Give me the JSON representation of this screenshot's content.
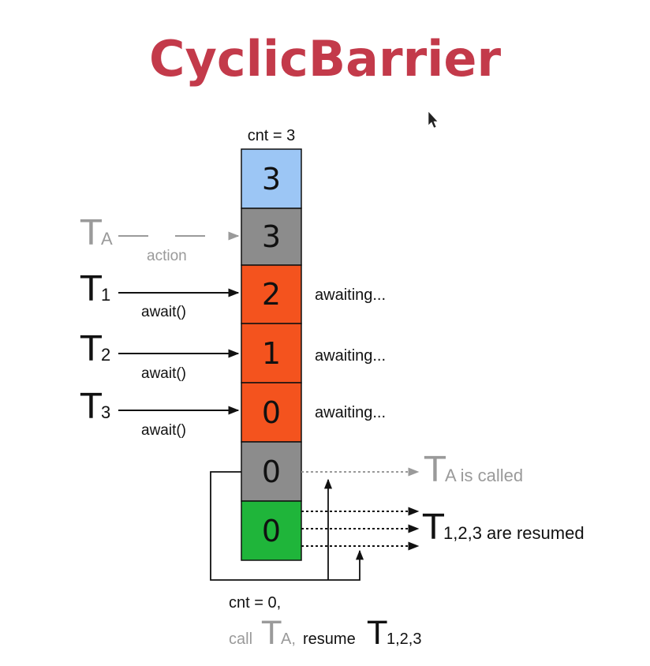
{
  "title": "CyclicBarrier",
  "colors": {
    "title": "#c33a4a",
    "blue_cell": "#9cc6f5",
    "gray_cell": "#8c8c8c",
    "orange_cell": "#f4531e",
    "green_cell": "#1fb53a",
    "gray_text": "#9a9a9a",
    "black": "#111111"
  },
  "counter_top_label": "cnt = 3",
  "cells": [
    {
      "value": "3",
      "color": "blue"
    },
    {
      "value": "3",
      "color": "gray"
    },
    {
      "value": "2",
      "color": "orange"
    },
    {
      "value": "1",
      "color": "orange"
    },
    {
      "value": "0",
      "color": "orange"
    },
    {
      "value": "0",
      "color": "gray"
    },
    {
      "value": "0",
      "color": "green"
    }
  ],
  "action_thread": {
    "T": "T",
    "sub": "A",
    "label": "action"
  },
  "threads": [
    {
      "T": "T",
      "sub": "1",
      "label": "await()",
      "status": "awaiting..."
    },
    {
      "T": "T",
      "sub": "2",
      "label": "await()",
      "status": "awaiting..."
    },
    {
      "T": "T",
      "sub": "3",
      "label": "await()",
      "status": "awaiting..."
    }
  ],
  "action_called": {
    "T": "T",
    "sub": "A",
    "text": " is called"
  },
  "resumed": {
    "T": "T",
    "sub": "1,2,3",
    "text": " are resumed"
  },
  "bottom": {
    "line1": "cnt = 0,",
    "call": "call",
    "T_a": "T",
    "sub_a": "A,",
    "resume": "resume",
    "T_r": "T",
    "sub_r": "1,2,3"
  }
}
